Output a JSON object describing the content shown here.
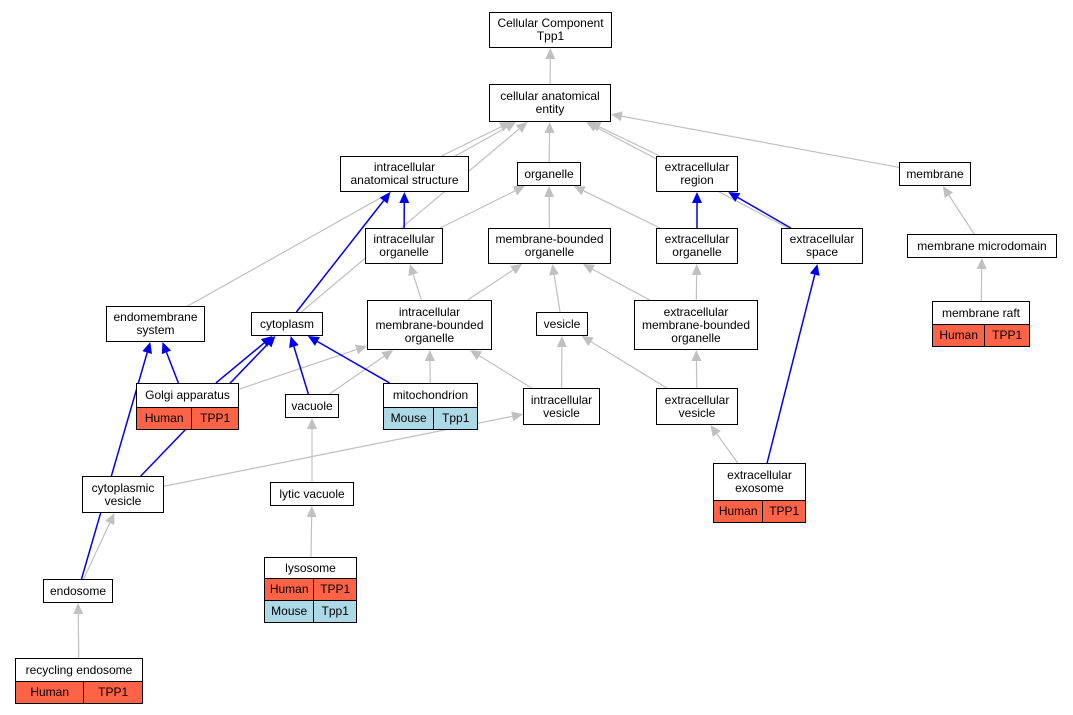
{
  "colors": {
    "isa_edge": "#c0c0c0",
    "partof_edge": "#0000ee",
    "human": "#ff6347",
    "mouse": "#add8e6"
  },
  "nodes": {
    "root": {
      "label": "Cellular Component\nTpp1"
    },
    "cae": {
      "label": "cellular anatomical\nentity"
    },
    "ias": {
      "label": "intracellular\nanatomical structure"
    },
    "organelle": {
      "label": "organelle"
    },
    "ecregion": {
      "label": "extracellular\nregion"
    },
    "membrane": {
      "label": "membrane"
    },
    "icorg": {
      "label": "intracellular\norganelle"
    },
    "mbo": {
      "label": "membrane-bounded\norganelle"
    },
    "ecorg": {
      "label": "extracellular\norganelle"
    },
    "ecspace": {
      "label": "extracellular\nspace"
    },
    "memmicro": {
      "label": "membrane microdomain"
    },
    "endomem": {
      "label": "endomembrane\nsystem"
    },
    "cytoplasm": {
      "label": "cytoplasm"
    },
    "imbo": {
      "label": "intracellular\nmembrane-bounded\norganelle"
    },
    "vesicle": {
      "label": "vesicle"
    },
    "embo": {
      "label": "extracellular\nmembrane-bounded\norganelle"
    },
    "raft": {
      "label": "membrane raft",
      "rows": [
        [
          "Human",
          "TPP1"
        ]
      ]
    },
    "golgi": {
      "label": "Golgi apparatus",
      "rows": [
        [
          "Human",
          "TPP1"
        ]
      ]
    },
    "vacuole": {
      "label": "vacuole"
    },
    "mito": {
      "label": "mitochondrion",
      "rows": [
        [
          "Mouse",
          "Tpp1"
        ]
      ]
    },
    "icves": {
      "label": "intracellular\nvesicle"
    },
    "ecves": {
      "label": "extracellular\nvesicle"
    },
    "cytves": {
      "label": "cytoplasmic\nvesicle"
    },
    "lytic": {
      "label": "lytic vacuole"
    },
    "exosome": {
      "label": "extracellular\nexosome",
      "rows": [
        [
          "Human",
          "TPP1"
        ]
      ]
    },
    "lysosome": {
      "label": "lysosome",
      "rows": [
        [
          "Human",
          "TPP1"
        ],
        [
          "Mouse",
          "Tpp1"
        ]
      ]
    },
    "endosome": {
      "label": "endosome"
    },
    "recycling": {
      "label": "recycling endosome",
      "rows": [
        [
          "Human",
          "TPP1"
        ]
      ]
    }
  },
  "edges": [
    {
      "from": "cae",
      "to": "root",
      "type": "is_a"
    },
    {
      "from": "ias",
      "to": "cae",
      "type": "is_a"
    },
    {
      "from": "organelle",
      "to": "cae",
      "type": "is_a"
    },
    {
      "from": "ecregion",
      "to": "cae",
      "type": "is_a"
    },
    {
      "from": "membrane",
      "to": "cae",
      "type": "is_a"
    },
    {
      "from": "ecspace",
      "to": "cae",
      "type": "is_a"
    },
    {
      "from": "endomem",
      "to": "cae",
      "type": "is_a"
    },
    {
      "from": "cytoplasm",
      "to": "cae",
      "type": "is_a"
    },
    {
      "from": "icorg",
      "to": "ias",
      "type": "part_of"
    },
    {
      "from": "icorg",
      "to": "organelle",
      "type": "is_a"
    },
    {
      "from": "mbo",
      "to": "organelle",
      "type": "is_a"
    },
    {
      "from": "ecorg",
      "to": "organelle",
      "type": "is_a"
    },
    {
      "from": "ecorg",
      "to": "ecregion",
      "type": "part_of"
    },
    {
      "from": "ecspace",
      "to": "ecregion",
      "type": "part_of"
    },
    {
      "from": "memmicro",
      "to": "membrane",
      "type": "is_a"
    },
    {
      "from": "raft",
      "to": "memmicro",
      "type": "is_a"
    },
    {
      "from": "cytoplasm",
      "to": "ias",
      "type": "part_of"
    },
    {
      "from": "imbo",
      "to": "icorg",
      "type": "is_a"
    },
    {
      "from": "imbo",
      "to": "mbo",
      "type": "is_a"
    },
    {
      "from": "vesicle",
      "to": "mbo",
      "type": "is_a"
    },
    {
      "from": "embo",
      "to": "mbo",
      "type": "is_a"
    },
    {
      "from": "embo",
      "to": "ecorg",
      "type": "is_a"
    },
    {
      "from": "golgi",
      "to": "endomem",
      "type": "part_of"
    },
    {
      "from": "golgi",
      "to": "cytoplasm",
      "type": "part_of"
    },
    {
      "from": "golgi",
      "to": "imbo",
      "type": "is_a"
    },
    {
      "from": "vacuole",
      "to": "cytoplasm",
      "type": "part_of"
    },
    {
      "from": "vacuole",
      "to": "imbo",
      "type": "is_a"
    },
    {
      "from": "mito",
      "to": "cytoplasm",
      "type": "part_of"
    },
    {
      "from": "mito",
      "to": "imbo",
      "type": "is_a"
    },
    {
      "from": "icves",
      "to": "imbo",
      "type": "is_a"
    },
    {
      "from": "icves",
      "to": "vesicle",
      "type": "is_a"
    },
    {
      "from": "ecves",
      "to": "vesicle",
      "type": "is_a"
    },
    {
      "from": "ecves",
      "to": "embo",
      "type": "is_a"
    },
    {
      "from": "cytves",
      "to": "cytoplasm",
      "type": "part_of"
    },
    {
      "from": "cytves",
      "to": "icves",
      "type": "is_a"
    },
    {
      "from": "lytic",
      "to": "vacuole",
      "type": "is_a"
    },
    {
      "from": "lysosome",
      "to": "lytic",
      "type": "is_a"
    },
    {
      "from": "exosome",
      "to": "ecves",
      "type": "is_a"
    },
    {
      "from": "exosome",
      "to": "ecspace",
      "type": "part_of"
    },
    {
      "from": "endosome",
      "to": "cytves",
      "type": "is_a"
    },
    {
      "from": "endosome",
      "to": "endomem",
      "type": "part_of"
    },
    {
      "from": "recycling",
      "to": "endosome",
      "type": "is_a"
    }
  ]
}
